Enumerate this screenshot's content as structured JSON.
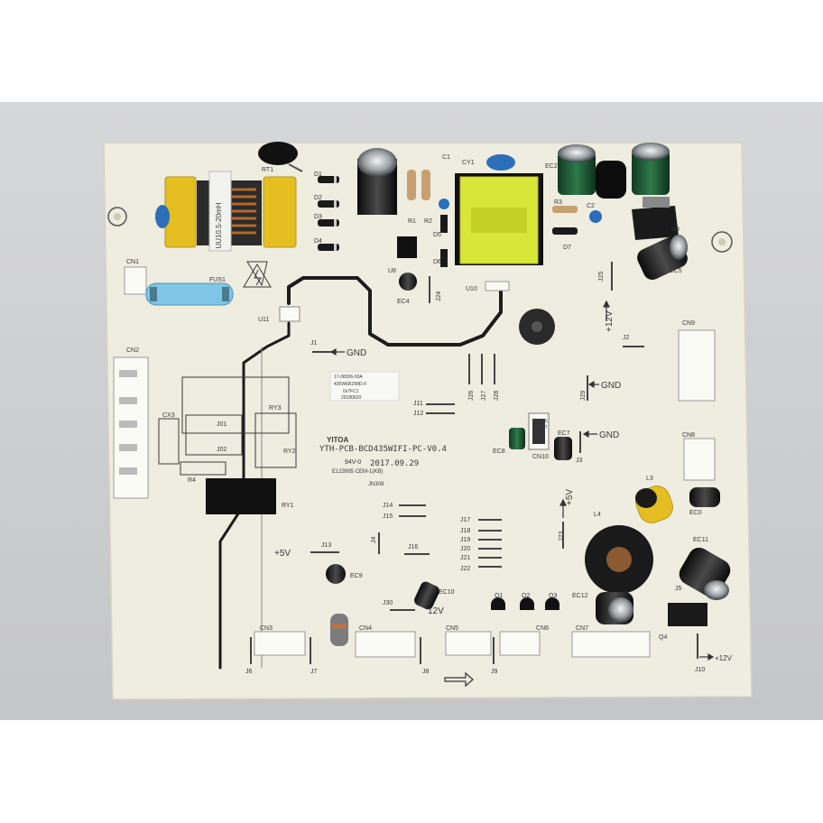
{
  "board": {
    "model": "YTH-PCB-BCD435WIFI-PC-V0.4",
    "date": "2017.09.29",
    "rating": "94V-0",
    "cert": "E123995 CEM-1(KB)",
    "batch": "JN308",
    "brand": "YITOA",
    "sticker": [
      "17-08306-00A",
      "435W6RZMID-F",
      "0x7FC1",
      "20180620"
    ],
    "choke_label": "UU10.5-20mH"
  },
  "refs": {
    "RT1": "RT1",
    "D1": "D1",
    "D2": "D2",
    "D3": "D3",
    "D4": "D4",
    "R1": "R1",
    "R2": "R2",
    "C1": "C1",
    "CY1": "CY1",
    "D5": "D5",
    "D6": "D6",
    "U8": "U8",
    "EC4": "EC4",
    "U10": "U10",
    "R3": "R3",
    "C2": "C2",
    "D7": "D7",
    "EC2": "EC2",
    "U9": "U9",
    "EC5": "EC5",
    "CN1": "CN1",
    "FUS1": "FUS1",
    "U11": "U11",
    "J1": "J1",
    "J24": "J24",
    "J25": "J25",
    "CN2": "CN2",
    "RY3": "RY3",
    "CX3": "CX3",
    "J01": "J01",
    "J02": "J02",
    "RY2": "RY2",
    "R4": "R4",
    "RY1": "RY1",
    "J2": "J2",
    "J29": "J29",
    "CN9": "CN9",
    "J11": "J11",
    "J12": "J12",
    "J26": "J26",
    "J27": "J27",
    "J28": "J28",
    "EC8": "EC8",
    "CN10": "CN10",
    "EC7": "EC7",
    "J3": "J3",
    "CN8": "CN8",
    "L3": "L3",
    "EC0": "EC0",
    "L4": "L4",
    "J23": "J23",
    "EC11": "EC11",
    "J5": "J5",
    "EC12": "EC12",
    "Q4": "Q4",
    "J14": "J14",
    "J15": "J15",
    "J13": "J13",
    "J4": "J4",
    "J16": "J16",
    "J8": "J8",
    "EC9": "EC9",
    "J17": "J17",
    "J18": "J18",
    "J19": "J19",
    "J20": "J20",
    "J21": "J21",
    "J22": "J22",
    "J30": "J30",
    "EC10": "EC10",
    "Q1": "Q1",
    "Q2": "Q2",
    "Q3": "Q3",
    "CN3": "CN3",
    "CN4": "CN4",
    "CN5": "CN5",
    "CN6": "CN6",
    "CN7": "CN7",
    "J6": "J6",
    "J7": "J7",
    "J9": "J9",
    "J10": "J10"
  },
  "nets": {
    "gnd_1": "GND",
    "gnd_2": "GND",
    "gnd_3": "GND",
    "v12_top": "+12V",
    "v12_j30": "12V",
    "v12_j10": "+12V",
    "v5_j13": "+5V",
    "v5_j23": "+5V"
  },
  "cn10_labels": [
    "TOOLS",
    "RESET"
  ],
  "colors": {
    "board": "#efece0",
    "background": "#cfd0d2",
    "trace": "#1c1c1c",
    "yellow_cap": "#e5bf22",
    "blue_cap": "#2c6fb8",
    "fuse": "#7ec6e3",
    "transformer_core": "#d8e63a",
    "electrolytic_green": "#1f5a36",
    "connector": "#fbfbf6"
  }
}
